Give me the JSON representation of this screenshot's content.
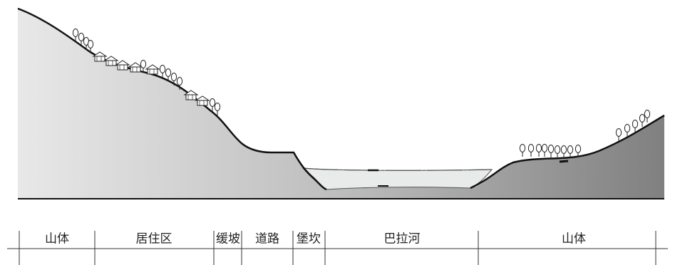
{
  "zones": [
    {
      "label": "山体"
    },
    {
      "label": "居住区"
    },
    {
      "label": "缓坡"
    },
    {
      "label": "道路"
    },
    {
      "label": "堡坎"
    },
    {
      "label": "巴拉河"
    },
    {
      "label": "山体"
    }
  ],
  "colors": {
    "terrain_light": "#e6e6e6",
    "terrain_dark": "#8a8a8a",
    "outline": "#111111",
    "water": "#e9eaea",
    "line": "#333333"
  },
  "icons": [
    "tree-icon",
    "house-icon"
  ]
}
